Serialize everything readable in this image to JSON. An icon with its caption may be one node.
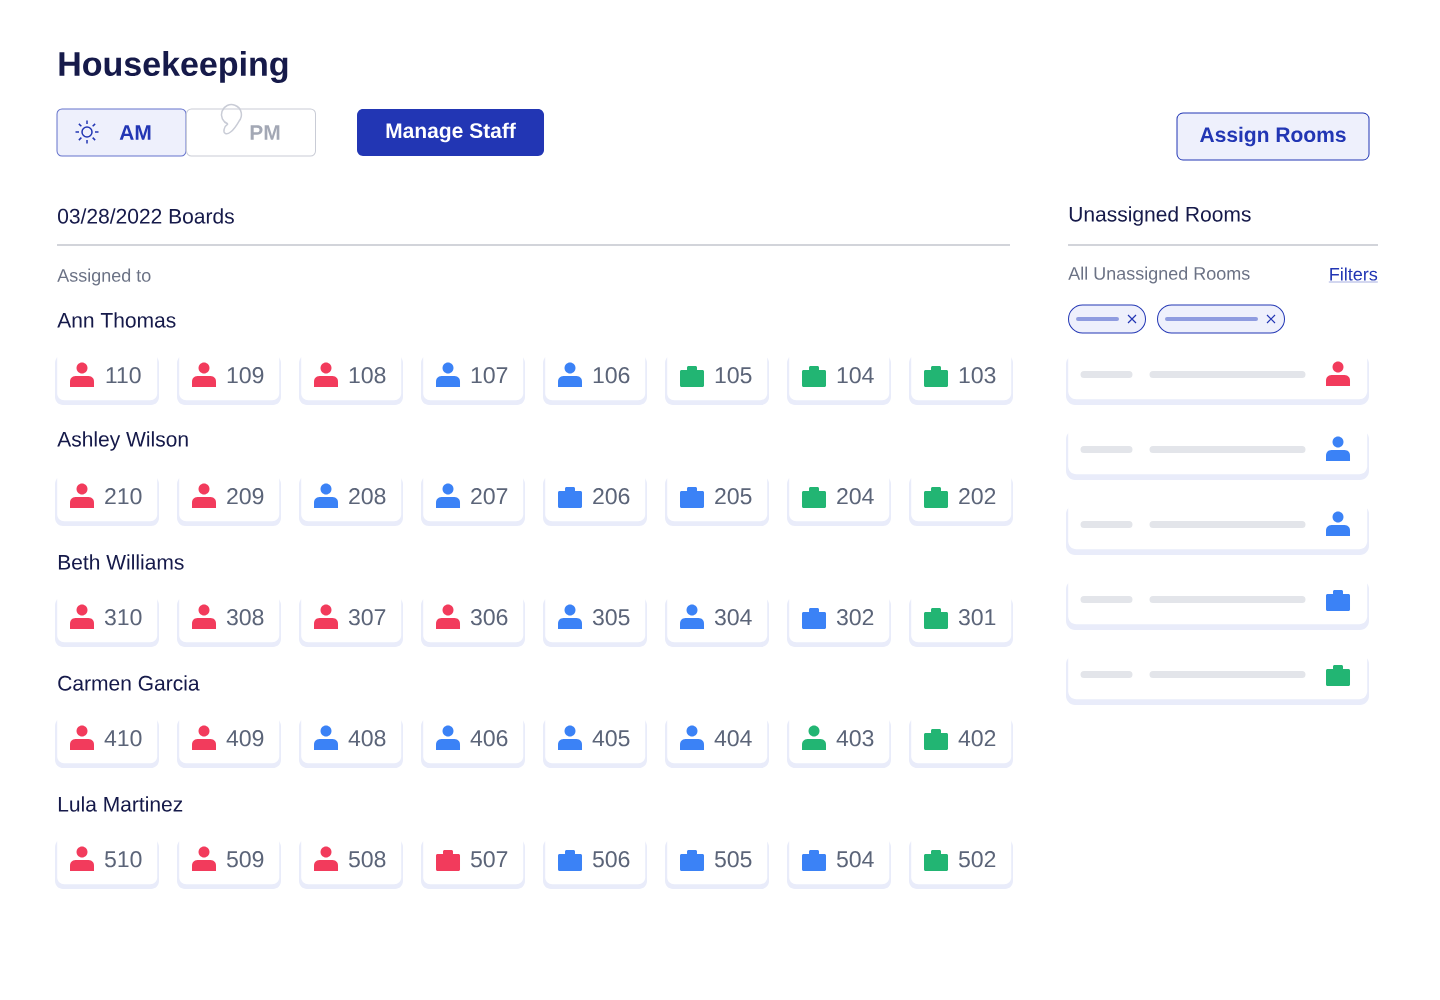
{
  "diagram": {
    "title": "Housekeeping",
    "nodes": [
      {
        "text": [
          "AM"
        ]
      },
      {
        "text": [
          "PM"
        ]
      },
      {
        "text": [
          "Manage Staff"
        ]
      },
      {
        "text": [
          "Assign Rooms"
        ]
      },
      {
        "text": [
          "110"
        ]
      },
      {
        "text": [
          "109"
        ]
      },
      {
        "text": [
          "108"
        ]
      },
      {
        "text": [
          "107"
        ]
      },
      {
        "text": [
          "106"
        ]
      },
      {
        "text": [
          "105"
        ]
      },
      {
        "text": [
          "104"
        ]
      },
      {
        "text": [
          "103"
        ]
      },
      {
        "text": [
          "210"
        ]
      },
      {
        "text": [
          "209"
        ]
      },
      {
        "text": [
          "208"
        ]
      },
      {
        "text": [
          "207"
        ]
      },
      {
        "text": [
          "206"
        ]
      },
      {
        "text": [
          "205"
        ]
      },
      {
        "text": [
          "204"
        ]
      },
      {
        "text": [
          "202"
        ]
      },
      {
        "text": [
          "310"
        ]
      },
      {
        "text": [
          "308"
        ]
      },
      {
        "text": [
          "307"
        ]
      },
      {
        "text": [
          "306"
        ]
      },
      {
        "text": [
          "305"
        ]
      },
      {
        "text": [
          "304"
        ]
      },
      {
        "text": [
          "302"
        ]
      },
      {
        "text": [
          "301"
        ]
      },
      {
        "text": [
          "410"
        ]
      },
      {
        "text": [
          "409"
        ]
      },
      {
        "text": [
          "408"
        ]
      },
      {
        "text": [
          "406"
        ]
      },
      {
        "text": [
          "405"
        ]
      },
      {
        "text": [
          "404"
        ]
      },
      {
        "text": [
          "403"
        ]
      },
      {
        "text": [
          "402"
        ]
      },
      {
        "text": [
          "510"
        ]
      },
      {
        "text": [
          "509"
        ]
      },
      {
        "text": [
          "508"
        ]
      },
      {
        "text": [
          "507"
        ]
      },
      {
        "text": [
          "506"
        ]
      },
      {
        "text": [
          "505"
        ]
      },
      {
        "text": [
          "504"
        ]
      },
      {
        "text": [
          "502"
        ]
      },
      {
        "text": [],
        "shape": "box"
      },
      {
        "text": [],
        "shape": "box"
      },
      {
        "text": [],
        "shape": "box"
      },
      {
        "text": [],
        "shape": "box"
      },
      {
        "text": [],
        "shape": "box"
      },
      {
        "text": [],
        "shape": "box"
      },
      {
        "text": [],
        "shape": "box"
      }
    ],
    "labels": [
      "03/28/2022 Boards",
      "Unassigned Rooms",
      "Assigned to",
      "All Unassigned Rooms",
      "Filters",
      "Ann Thomas",
      "Ashley Wilson",
      "Beth Williams",
      "Carmen Garcia",
      "Lula Martinez"
    ]
  }
}
